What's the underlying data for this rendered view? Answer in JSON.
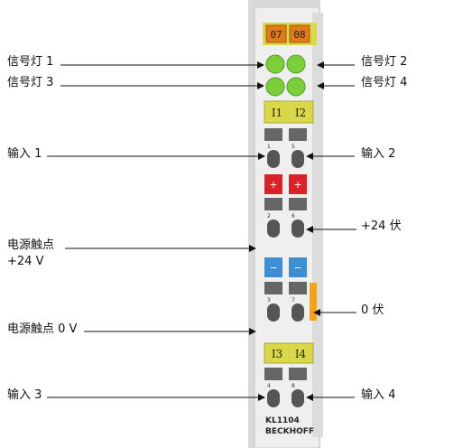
{
  "labels": {
    "signal_1": "信号灯 1",
    "signal_2": "信号灯 2",
    "signal_3": "信号灯 3",
    "signal_4": "信号灯 4",
    "input_1": "输入 1",
    "input_2": "输入 2",
    "plus24_right": "+24 伏",
    "power_contact_24_title": "电源触点",
    "power_contact_24_sub": "+24 V",
    "zero_volt_right": "0 伏",
    "power_contact_0v": "电源触点 0 V",
    "input_3": "输入 3",
    "input_4": "输入 4"
  },
  "module": {
    "channel_top_left": "07",
    "channel_top_right": "08",
    "i1": "I1",
    "i2": "I2",
    "i3": "I3",
    "i4": "I4",
    "plus_left": "+",
    "plus_right": "+",
    "minus_left": "−",
    "minus_right": "−",
    "pin_1": "1",
    "pin_5": "5",
    "pin_2": "2",
    "pin_6": "6",
    "pin_3": "3",
    "pin_7": "7",
    "pin_4": "4",
    "pin_8": "8",
    "model": "KL1104",
    "brand": "BECKHOFF"
  },
  "colors": {
    "orange_label": "#e07b1a",
    "led_green": "#7ccf3a",
    "yellow_label": "#d8d84a",
    "red_label": "#d9222a",
    "blue_label": "#3d8fd1",
    "housing": "#e9e9e9"
  }
}
